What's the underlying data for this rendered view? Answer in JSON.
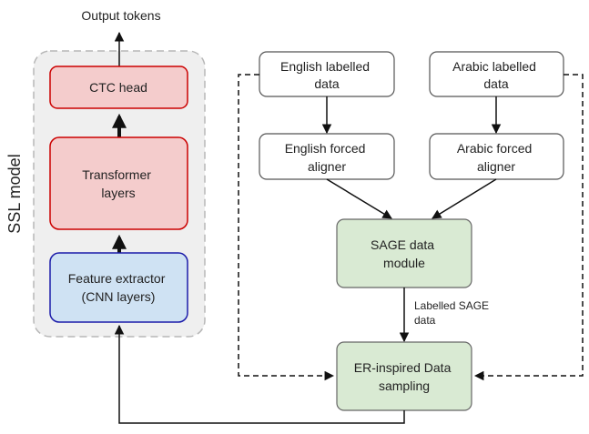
{
  "diagram": {
    "output_label": "Output tokens",
    "ssl_label": "SSL model",
    "ssl_stack": {
      "ctc_head": "CTC head",
      "transformer": [
        "Transformer",
        "layers"
      ],
      "feature_extractor": [
        "Feature extractor",
        "(CNN layers)"
      ]
    },
    "pipeline": {
      "english_labelled": [
        "English labelled",
        "data"
      ],
      "arabic_labelled": [
        "Arabic labelled",
        "data"
      ],
      "english_aligner": [
        "English forced",
        "aligner"
      ],
      "arabic_aligner": [
        "Arabic forced",
        "aligner"
      ],
      "sage_module": [
        "SAGE data",
        "module"
      ],
      "edge_label": [
        "Labelled SAGE",
        "data"
      ],
      "er_sampling": [
        "ER-inspired Data",
        "sampling"
      ]
    },
    "colors": {
      "red_fill": "#f4cccc",
      "red_stroke": "#cc0000",
      "blue_fill": "#cfe2f3",
      "blue_stroke": "#1c1caa",
      "green_fill": "#d9ead3",
      "green_stroke": "#666666",
      "panel_fill": "#efefef",
      "panel_stroke": "#b7b7b7",
      "line": "#111111"
    }
  }
}
